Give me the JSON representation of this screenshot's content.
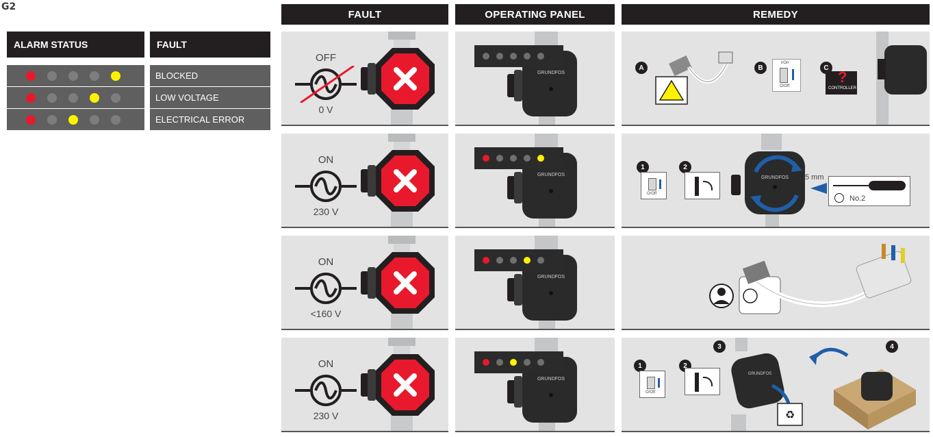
{
  "figure_label": "G2",
  "legend": {
    "header_alarm": "ALARM STATUS",
    "header_fault": "FAULT",
    "rows": [
      {
        "fault": "BLOCKED",
        "leds": [
          "red",
          "off",
          "off",
          "off",
          "yellow"
        ]
      },
      {
        "fault": "LOW VOLTAGE",
        "leds": [
          "red",
          "off",
          "off",
          "yellow",
          "off"
        ]
      },
      {
        "fault": "ELECTRICAL ERROR",
        "leds": [
          "red",
          "off",
          "yellow",
          "off",
          "off"
        ]
      }
    ]
  },
  "columns": {
    "fault": "FAULT",
    "operating_panel": "OPERATING PANEL",
    "remedy": "REMEDY"
  },
  "rows": [
    {
      "state": "OFF",
      "voltage": "0 V",
      "leds": [
        "off",
        "off",
        "off",
        "off",
        "off"
      ]
    },
    {
      "state": "ON",
      "voltage": "230 V",
      "leds": [
        "red",
        "off",
        "off",
        "off",
        "yellow"
      ]
    },
    {
      "state": "ON",
      "voltage": "<160 V",
      "leds": [
        "red",
        "off",
        "off",
        "yellow",
        "off"
      ]
    },
    {
      "state": "ON",
      "voltage": "230 V",
      "leds": [
        "red",
        "off",
        "yellow",
        "off",
        "off"
      ]
    }
  ],
  "remedy": {
    "row1": {
      "step_a": "A",
      "step_b": "B",
      "step_c": "C",
      "switch_top": "I/On",
      "switch_bot": "O/Off",
      "controller_label": "CONTROLLER"
    },
    "row2": {
      "step_1": "1",
      "step_2": "2",
      "distance": "5 mm",
      "screwdriver": "No.2",
      "switch_bot": "O/Off"
    },
    "row4": {
      "step_1": "1",
      "step_2": "2",
      "step_3": "3",
      "step_4": "4",
      "switch_bot": "O/Off"
    }
  },
  "brand": "GRUNDFOS",
  "colors": {
    "red": "#e8192c",
    "yellow": "#fff200",
    "dark": "#231f20",
    "panel": "#e3e3e4",
    "legend_row": "#5f5f5f",
    "blue_arrow": "#1f5fa8"
  }
}
